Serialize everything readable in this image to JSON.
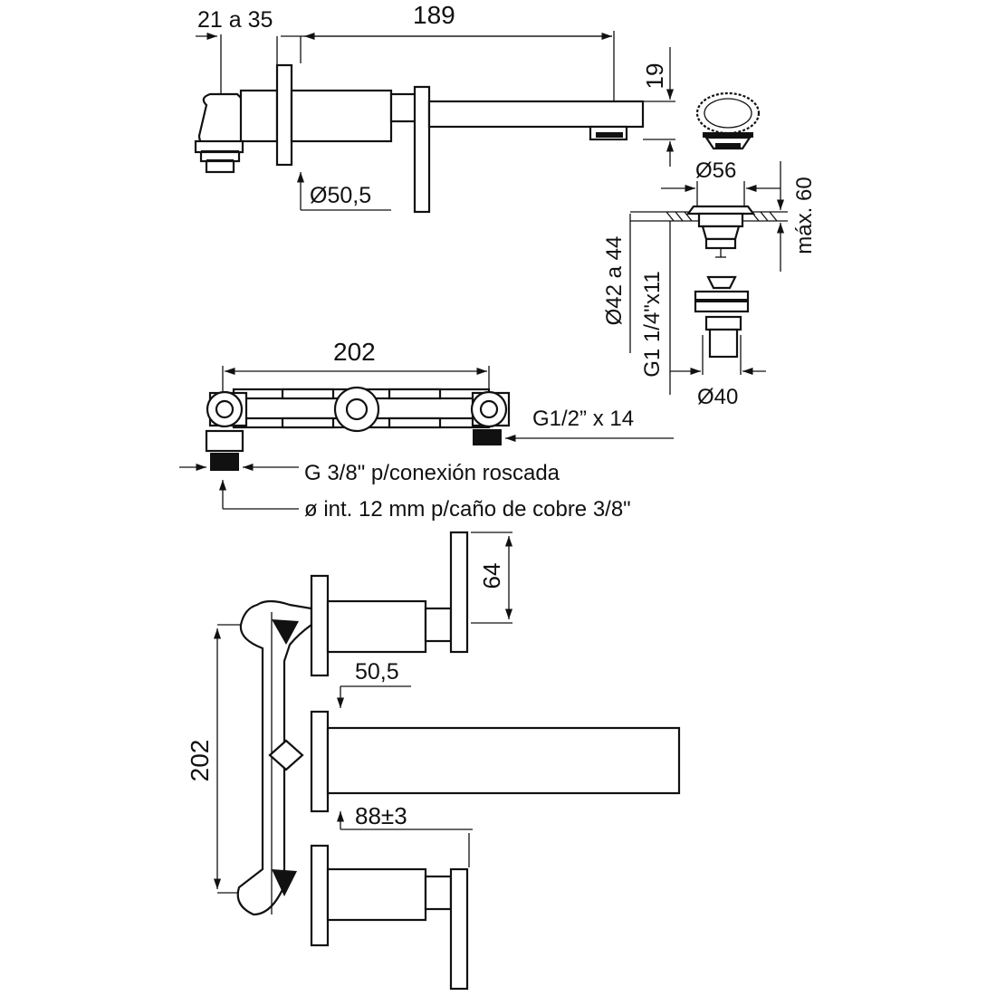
{
  "dims": {
    "depth_range": "21 a 35",
    "spout_length": "189",
    "spout_height": "19",
    "flange_diameter": "Ø50,5",
    "drain_cap_diameter": "Ø56",
    "drain_max_height": "máx. 60",
    "drain_hole_range": "Ø42 a 44",
    "drain_thread": "G1 1/4\"x11",
    "drain_outlet_diameter": "Ø40",
    "body_width": "202",
    "inlet_thread": "G1/2” x 14",
    "connection_thread": "G 3/8\" p/conexión roscada",
    "copper_pipe": "ø int. 12 mm p/caño de cobre 3/8\"",
    "handle_height": "64",
    "flange_offset": "50,5",
    "wall_distance": "88±3",
    "front_spacing": "202"
  }
}
